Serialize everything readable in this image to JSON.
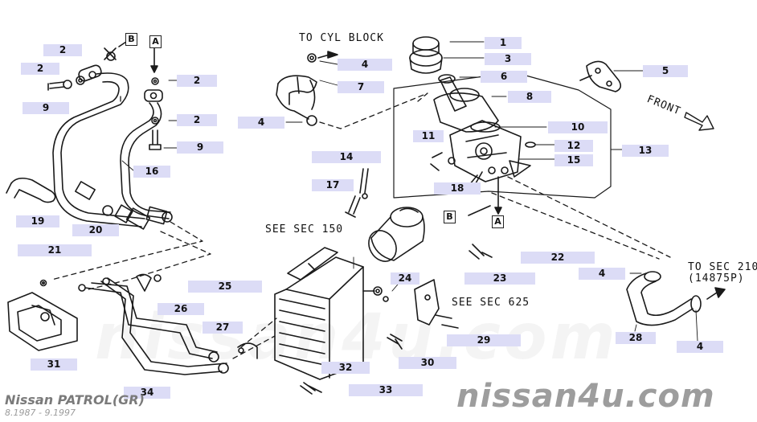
{
  "diagram": {
    "callouts": [
      {
        "id": "c1",
        "label": "1"
      },
      {
        "id": "c3",
        "label": "3"
      },
      {
        "id": "c6",
        "label": "6"
      },
      {
        "id": "c8",
        "label": "8"
      },
      {
        "id": "c10",
        "label": "10"
      },
      {
        "id": "c12",
        "label": "12"
      },
      {
        "id": "c15",
        "label": "15"
      },
      {
        "id": "c13",
        "label": "13"
      },
      {
        "id": "c11",
        "label": "11"
      },
      {
        "id": "c18",
        "label": "18"
      },
      {
        "id": "c4a",
        "label": "4"
      },
      {
        "id": "c7",
        "label": "7"
      },
      {
        "id": "c4b",
        "label": "4"
      },
      {
        "id": "c5",
        "label": "5"
      },
      {
        "id": "c14",
        "label": "14"
      },
      {
        "id": "c17",
        "label": "17"
      },
      {
        "id": "c2a",
        "label": "2"
      },
      {
        "id": "c2b",
        "label": "2"
      },
      {
        "id": "c9a",
        "label": "9"
      },
      {
        "id": "c2c",
        "label": "2"
      },
      {
        "id": "c2d",
        "label": "2"
      },
      {
        "id": "c9b",
        "label": "9"
      },
      {
        "id": "c16",
        "label": "16"
      },
      {
        "id": "c19",
        "label": "19"
      },
      {
        "id": "c20",
        "label": "20"
      },
      {
        "id": "c21",
        "label": "21"
      },
      {
        "id": "c25",
        "label": "25"
      },
      {
        "id": "c26",
        "label": "26"
      },
      {
        "id": "c27",
        "label": "27"
      },
      {
        "id": "c31",
        "label": "31"
      },
      {
        "id": "c34",
        "label": "34"
      },
      {
        "id": "c22",
        "label": "22"
      },
      {
        "id": "c4c",
        "label": "4"
      },
      {
        "id": "c23",
        "label": "23"
      },
      {
        "id": "c24",
        "label": "24"
      },
      {
        "id": "c28",
        "label": "28"
      },
      {
        "id": "c4d",
        "label": "4"
      },
      {
        "id": "c29",
        "label": "29"
      },
      {
        "id": "c30",
        "label": "30"
      },
      {
        "id": "c32",
        "label": "32"
      },
      {
        "id": "c33",
        "label": "33"
      }
    ],
    "notes": {
      "to_cyl_block": "TO CYL BLOCK",
      "front": "FRONT",
      "see_sec_150": "SEE SEC 150",
      "see_sec_625": "SEE SEC 625",
      "to_sec_210": "TO SEC 210",
      "part_no": "(14875P)"
    },
    "ref_boxes": {
      "a_top": "A",
      "b_top": "B",
      "a_mid": "A",
      "b_mid": "B"
    }
  },
  "footer": {
    "model": "Nissan PATROL(GR)",
    "dates": "8.1987 - 9.1997",
    "brand": "nissan4u.com",
    "watermark": "nissan4u.com"
  }
}
